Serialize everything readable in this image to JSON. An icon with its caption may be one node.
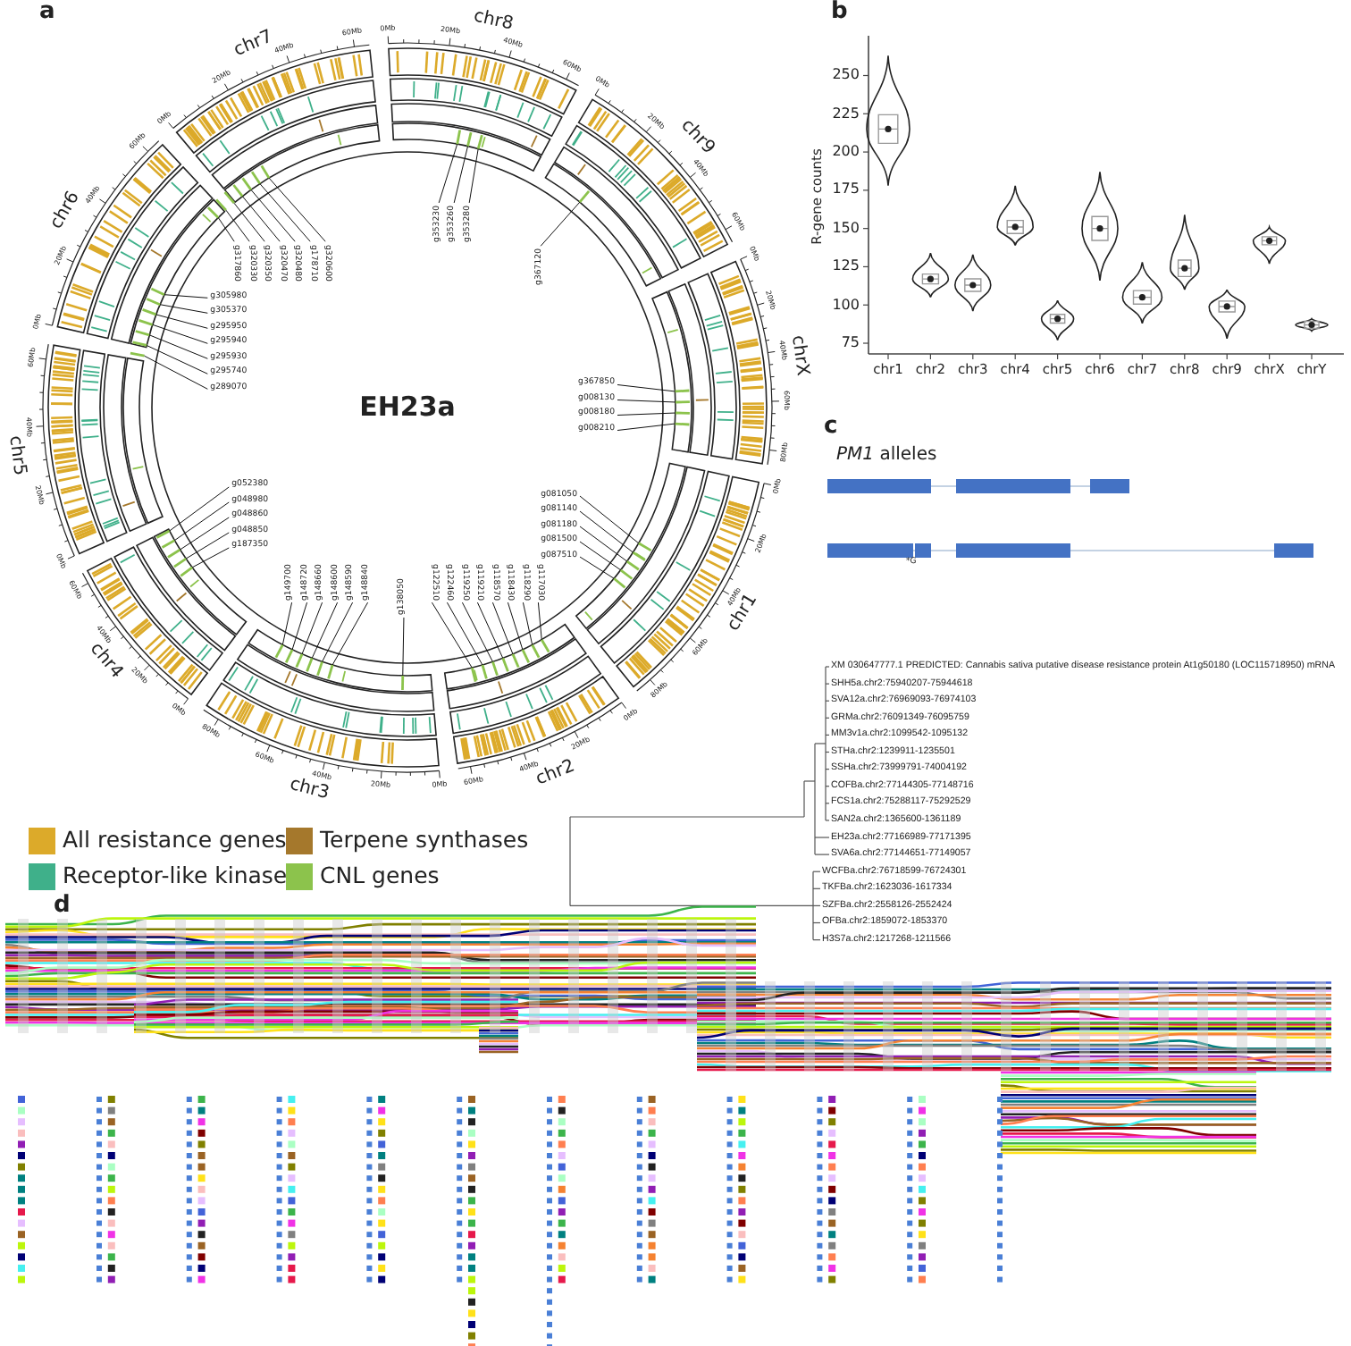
{
  "diagram": {
    "nodes": [
      {
        "text": [
          "g353230"
        ]
      },
      {
        "text": [
          "g353260"
        ]
      },
      {
        "text": [
          "g353280"
        ]
      },
      {
        "text": [
          "g367120"
        ]
      },
      {
        "text": [
          "g367850"
        ]
      },
      {
        "text": [
          "g008130"
        ]
      },
      {
        "text": [
          "g008180"
        ]
      },
      {
        "text": [
          "g008210"
        ]
      },
      {
        "text": [
          "g081050"
        ]
      },
      {
        "text": [
          "g081140"
        ]
      },
      {
        "text": [
          "g081180"
        ]
      },
      {
        "text": [
          "g081500"
        ]
      },
      {
        "text": [
          "g087510"
        ]
      },
      {
        "text": [
          "g117030"
        ]
      },
      {
        "text": [
          "g118290"
        ]
      },
      {
        "text": [
          "g118430"
        ]
      },
      {
        "text": [
          "g118570"
        ]
      },
      {
        "text": [
          "g119210"
        ]
      },
      {
        "text": [
          "g119250"
        ]
      },
      {
        "text": [
          "g122460"
        ]
      },
      {
        "text": [
          "g122510"
        ]
      },
      {
        "text": [
          "g138050"
        ]
      },
      {
        "text": [
          "g149700"
        ]
      },
      {
        "text": [
          "g148720"
        ]
      },
      {
        "text": [
          "g148660"
        ]
      },
      {
        "text": [
          "g148600"
        ]
      },
      {
        "text": [
          "g148590"
        ]
      },
      {
        "text": [
          "g148840"
        ]
      },
      {
        "text": [
          "g052380"
        ]
      },
      {
        "text": [
          "g048980"
        ]
      },
      {
        "text": [
          "g048860"
        ]
      },
      {
        "text": [
          "g048850"
        ]
      },
      {
        "text": [
          "g187350"
        ]
      },
      {
        "text": [
          "g305980"
        ]
      },
      {
        "text": [
          "g305370"
        ]
      },
      {
        "text": [
          "g295950"
        ]
      },
      {
        "text": [
          "g295940"
        ]
      },
      {
        "text": [
          "g295930"
        ]
      },
      {
        "text": [
          "g295740"
        ]
      },
      {
        "text": [
          "g289070"
        ]
      },
      {
        "text": [
          "g320600"
        ]
      },
      {
        "text": [
          "g178710"
        ]
      },
      {
        "text": [
          "g320480"
        ]
      },
      {
        "text": [
          "g320470"
        ]
      },
      {
        "text": [
          "g320350"
        ]
      },
      {
        "text": [
          "g320330"
        ]
      },
      {
        "text": [
          "g317860"
        ]
      },
      {
        "text": [],
        "shape": "bar"
      },
      {
        "text": [],
        "shape": "bar"
      },
      {
        "text": [],
        "shape": "bar"
      },
      {
        "text": [],
        "shape": "bar"
      },
      {
        "text": [],
        "shape": "bar"
      },
      {
        "text": [],
        "shape": "bar"
      },
      {
        "text": [],
        "shape": "bar"
      },
      {
        "text": [],
        "shape": "bar"
      },
      {
        "text": [],
        "shape": "bar"
      },
      {
        "text": [],
        "shape": "bar"
      },
      {
        "text": [],
        "shape": "bar"
      },
      {
        "text": [],
        "shape": "bar"
      },
      {
        "text": [],
        "shape": "bar"
      },
      {
        "text": [],
        "shape": "bar"
      },
      {
        "text": [],
        "shape": "bar"
      },
      {
        "text": [],
        "shape": "bar"
      },
      {
        "text": [],
        "shape": "bar"
      },
      {
        "text": [],
        "shape": "bar"
      },
      {
        "text": [],
        "shape": "bar"
      },
      {
        "text": [],
        "shape": "bar"
      },
      {
        "text": [],
        "shape": "bar"
      },
      {
        "text": [],
        "shape": "bar"
      },
      {
        "text": [],
        "shape": "bar"
      },
      {
        "text": [],
        "shape": "bar"
      },
      {
        "text": [],
        "shape": "bar"
      },
      {
        "text": [],
        "shape": "bar"
      },
      {
        "text": [],
        "shape": "bar"
      },
      {
        "text": [],
        "shape": "bar"
      },
      {
        "text": [],
        "shape": "bar"
      },
      {
        "text": [],
        "shape": "bar"
      },
      {
        "text": [],
        "shape": "bar"
      },
      {
        "text": [],
        "shape": "bar"
      },
      {
        "text": [],
        "shape": "bar"
      },
      {
        "text": [],
        "shape": "bar"
      },
      {
        "text": [],
        "shape": "bar"
      },
      {
        "text": [],
        "shape": "bar"
      },
      {
        "text": [],
        "shape": "bar"
      },
      {
        "text": [],
        "shape": "bar"
      },
      {
        "text": [],
        "shape": "bar"
      },
      {
        "text": [],
        "shape": "bar"
      },
      {
        "text": [],
        "shape": "bar"
      },
      {
        "text": [],
        "shape": "bar"
      },
      {
        "text": [],
        "shape": "bar"
      },
      {
        "text": [],
        "shape": "bar"
      },
      {
        "text": [],
        "shape": "bar"
      },
      {
        "text": [],
        "shape": "bar"
      },
      {
        "text": [],
        "shape": "bar"
      }
    ],
    "edges": [
      {
        "from": 0,
        "to": 47,
        "arrow": "none"
      },
      {
        "from": 1,
        "to": 48,
        "arrow": "none"
      },
      {
        "from": 2,
        "to": 49,
        "arrow": "none"
      },
      {
        "from": 3,
        "to": 50,
        "arrow": "none"
      },
      {
        "from": 4,
        "to": 51,
        "arrow": "none"
      },
      {
        "from": 5,
        "to": 52,
        "arrow": "none"
      },
      {
        "from": 6,
        "to": 53,
        "arrow": "none"
      },
      {
        "from": 7,
        "to": 54,
        "arrow": "none"
      },
      {
        "from": 8,
        "to": 55,
        "arrow": "none"
      },
      {
        "from": 9,
        "to": 56,
        "arrow": "none"
      },
      {
        "from": 10,
        "to": 57,
        "arrow": "none"
      },
      {
        "from": 11,
        "to": 58,
        "arrow": "none"
      },
      {
        "from": 12,
        "to": 59,
        "arrow": "none"
      },
      {
        "from": 13,
        "to": 60,
        "arrow": "none"
      },
      {
        "from": 14,
        "to": 61,
        "arrow": "none"
      },
      {
        "from": 15,
        "to": 62,
        "arrow": "none"
      },
      {
        "from": 16,
        "to": 63,
        "arrow": "none"
      },
      {
        "from": 17,
        "to": 64,
        "arrow": "none"
      },
      {
        "from": 18,
        "to": 65,
        "arrow": "none"
      },
      {
        "from": 19,
        "to": 66,
        "arrow": "none"
      },
      {
        "from": 20,
        "to": 67,
        "arrow": "none"
      },
      {
        "from": 21,
        "to": 68,
        "arrow": "none"
      },
      {
        "from": 22,
        "to": 69,
        "arrow": "none"
      },
      {
        "from": 23,
        "to": 70,
        "arrow": "none"
      },
      {
        "from": 24,
        "to": 71,
        "arrow": "none"
      },
      {
        "from": 25,
        "to": 72,
        "arrow": "none"
      },
      {
        "from": 26,
        "to": 73,
        "arrow": "none"
      },
      {
        "from": 27,
        "to": 74,
        "arrow": "none"
      },
      {
        "from": 28,
        "to": 75,
        "arrow": "none"
      },
      {
        "from": 29,
        "to": 76,
        "arrow": "none"
      },
      {
        "from": 30,
        "to": 77,
        "arrow": "none"
      },
      {
        "from": 31,
        "to": 78,
        "arrow": "none"
      },
      {
        "from": 32,
        "to": 79,
        "arrow": "none"
      },
      {
        "from": 33,
        "to": 80,
        "arrow": "none"
      },
      {
        "from": 34,
        "to": 81,
        "arrow": "none"
      },
      {
        "from": 35,
        "to": 82,
        "arrow": "none"
      },
      {
        "from": 36,
        "to": 83,
        "arrow": "none"
      },
      {
        "from": 37,
        "to": 84,
        "arrow": "none"
      },
      {
        "from": 38,
        "to": 85,
        "arrow": "none"
      },
      {
        "from": 39,
        "to": 86,
        "arrow": "none"
      },
      {
        "from": 40,
        "to": 87,
        "arrow": "none"
      },
      {
        "from": 41,
        "to": 88,
        "arrow": "none"
      },
      {
        "from": 42,
        "to": 89,
        "arrow": "none"
      },
      {
        "from": 43,
        "to": 90,
        "arrow": "none"
      },
      {
        "from": 44,
        "to": 91,
        "arrow": "none"
      },
      {
        "from": 45,
        "to": 92,
        "arrow": "none"
      },
      {
        "from": 46,
        "to": 93,
        "arrow": "none"
      }
    ],
    "labels": [
      "a",
      "EH23a",
      "chr8",
      "0Mb",
      "20Mb",
      "40Mb",
      "60Mb",
      "chr9",
      "0Mb",
      "20Mb",
      "40Mb",
      "60Mb",
      "chrX",
      "0Mb",
      "20Mb",
      "40Mb",
      "60Mb",
      "80Mb",
      "chr1",
      "0Mb",
      "20Mb",
      "40Mb",
      "60Mb",
      "80Mb",
      "chr2",
      "0Mb",
      "20Mb",
      "40Mb",
      "60Mb",
      "chr3",
      "0Mb",
      "20Mb",
      "40Mb",
      "60Mb",
      "80Mb",
      "chr4",
      "0Mb",
      "20Mb",
      "40Mb",
      "60Mb",
      "chr5",
      "0Mb",
      "20Mb",
      "40Mb",
      "60Mb",
      "chr6",
      "0Mb",
      "20Mb",
      "40Mb",
      "60Mb",
      "chr7",
      "0Mb",
      "20Mb",
      "40Mb",
      "60Mb",
      "b",
      "c",
      "*PM1* alleles",
      "*G",
      "XM 030647777.1 PREDICTED: Cannabis sativa putative disease resistance protein At1g50180 (LOC115718950) mRNA",
      "SHH5a.chr2:75940207-75944618",
      "SVA12a.chr2:76969093-76974103",
      "GRMa.chr2:76091349-76095759",
      "MM3v1a.chr2:1099542-1095132",
      "STHa.chr2:1239911-1235501",
      "SSHa.chr2:73999791-74004192",
      "COFBa.chr2:77144305-77148716",
      "FCS1a.chr2:75288117-75292529",
      "SAN2a.chr2:1365600-1361189",
      "EH23a.chr2:77166989-77171395",
      "SVA6a.chr2:77144651-77149057",
      "WCFBa.chr2:76718599-76724301",
      "TKFBa.chr2:1623036-1617334",
      "SZFBa.chr2:2558126-2552424",
      "OFBa.chr2:1859072-1853370",
      "H3S7a.chr2:1217268-1211566",
      "d"
    ],
    "legend": [
      {
        "text": "All resistance genes",
        "color": "#dcaa2a"
      },
      {
        "text": "Terpene synthases",
        "color": "#a5782c"
      },
      {
        "text": "Receptor-like kinase",
        "color": "#3fb08a"
      },
      {
        "text": "CNL genes",
        "color": "#8cc34c"
      }
    ],
    "chart_data": {
      "type": "scatter",
      "ylabel": "R-gene counts",
      "categories": [
        "chr1",
        "chr2",
        "chr3",
        "chr4",
        "chr5",
        "chr6",
        "chr7",
        "chr8",
        "chr9",
        "chrX",
        "chrY"
      ],
      "series": [
        {
          "values": [
            215,
            117,
            113,
            151,
            91,
            150,
            105,
            124,
            99,
            142,
            87
          ]
        }
      ],
      "ylim": [
        68,
        276
      ],
      "yticks": [
        75,
        100,
        125,
        150,
        175,
        200,
        225,
        250
      ]
    }
  }
}
